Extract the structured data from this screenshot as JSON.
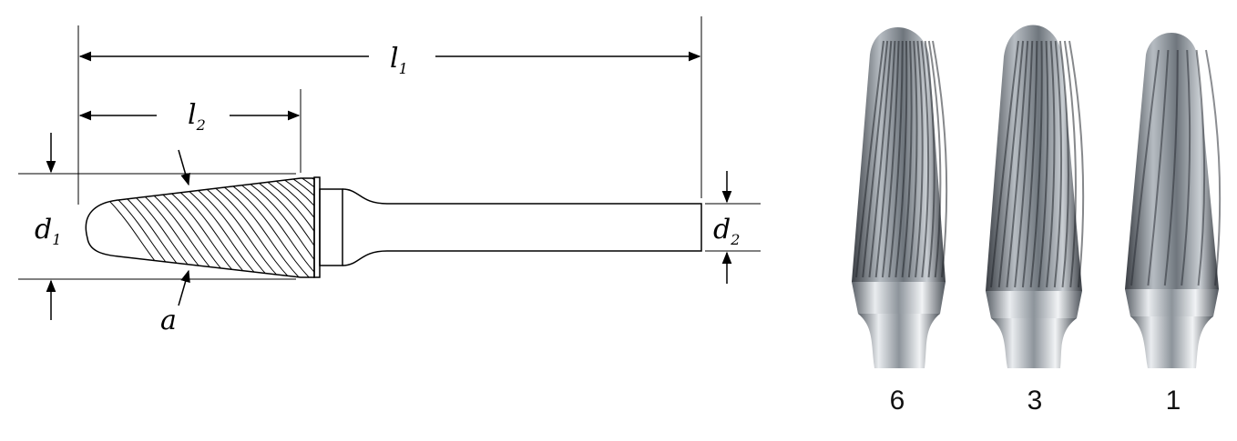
{
  "diagram": {
    "dimension_labels": {
      "l1": {
        "base": "l",
        "sub": "1"
      },
      "l2": {
        "base": "l",
        "sub": "2"
      },
      "d1": {
        "base": "d",
        "sub": "1"
      },
      "d2": {
        "base": "d",
        "sub": "2"
      },
      "a": "a"
    }
  },
  "photos": {
    "captions": [
      "6",
      "3",
      "1"
    ]
  },
  "colors": {
    "line": "#000000",
    "metal_dark": "#3c4046",
    "metal_mid": "#9aa0a6",
    "metal_light": "#e9ecef"
  }
}
